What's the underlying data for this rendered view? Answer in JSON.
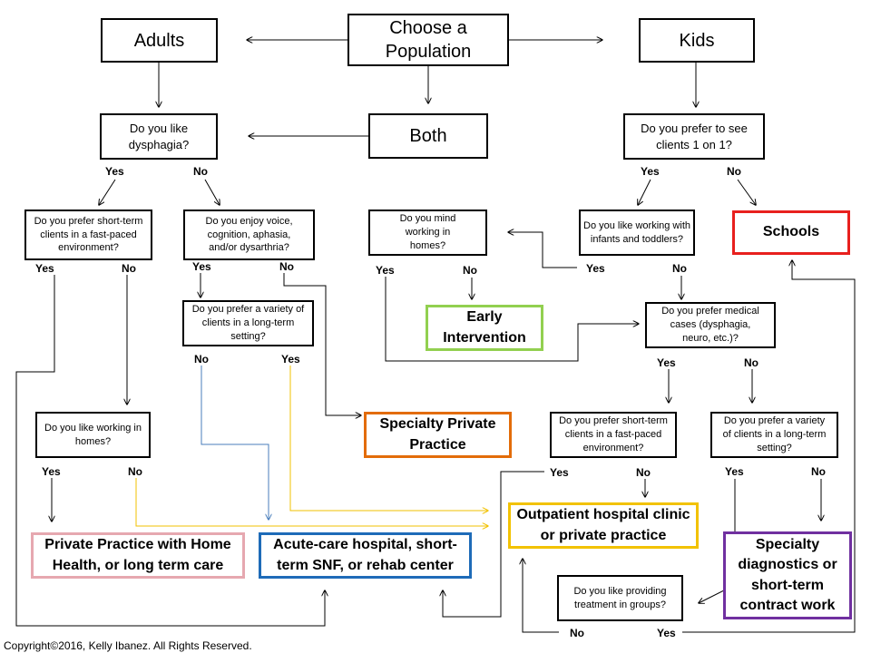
{
  "nodes": {
    "choose": "Choose a Population",
    "adults": "Adults",
    "kids": "Kids",
    "both": "Both",
    "q_dysphagia": "Do you like dysphagia?",
    "q_one_on_one": "Do you prefer to see clients 1 on 1?",
    "q_adult_short_term": "Do you prefer short-term clients in a fast-paced environment?",
    "q_voice": "Do you enjoy voice, cognition, aphasia, and/or dysarthria?",
    "q_adult_long_term": "Do you prefer a variety of clients in a long-term setting?",
    "q_adult_homes": "Do you like working in homes?",
    "q_mind_homes": "Do you mind working in homes?",
    "q_infants": "Do you like working with infants and toddlers?",
    "q_medical": "Do you prefer medical cases (dysphagia, neuro, etc.)?",
    "q_kid_short_term": "Do you prefer short-term clients in a fast-paced environment?",
    "q_kid_long_term": "Do you prefer a variety of clients in a long-term setting?",
    "q_groups": "Do you like providing treatment in groups?"
  },
  "outcomes": {
    "schools": "Schools",
    "early_intervention": "Early Intervention",
    "specialty_private_practice": "Specialty Private Practice",
    "private_practice_home_health": "Private Practice with Home Health, or long term care",
    "acute_care": "Acute-care hospital, short-term SNF, or rehab center",
    "outpatient": "Outpatient hospital clinic or private practice",
    "specialty_diagnostics": "Specialty diagnostics or short-term contract work"
  },
  "labels": {
    "yes": "Yes",
    "no": "No"
  },
  "colors": {
    "schools": "#e8201e",
    "early_intervention": "#92d050",
    "specialty_private_practice": "#e36c09",
    "private_practice_home_health": "#e6a8b0",
    "acute_care": "#1e6bb8",
    "outpatient": "#f2c200",
    "specialty_diagnostics": "#7030a0",
    "line_blue": "#4a7ebb",
    "line_yellow": "#f2c200"
  },
  "copyright": "Copyright©2016, Kelly Ibanez. All Rights Reserved."
}
